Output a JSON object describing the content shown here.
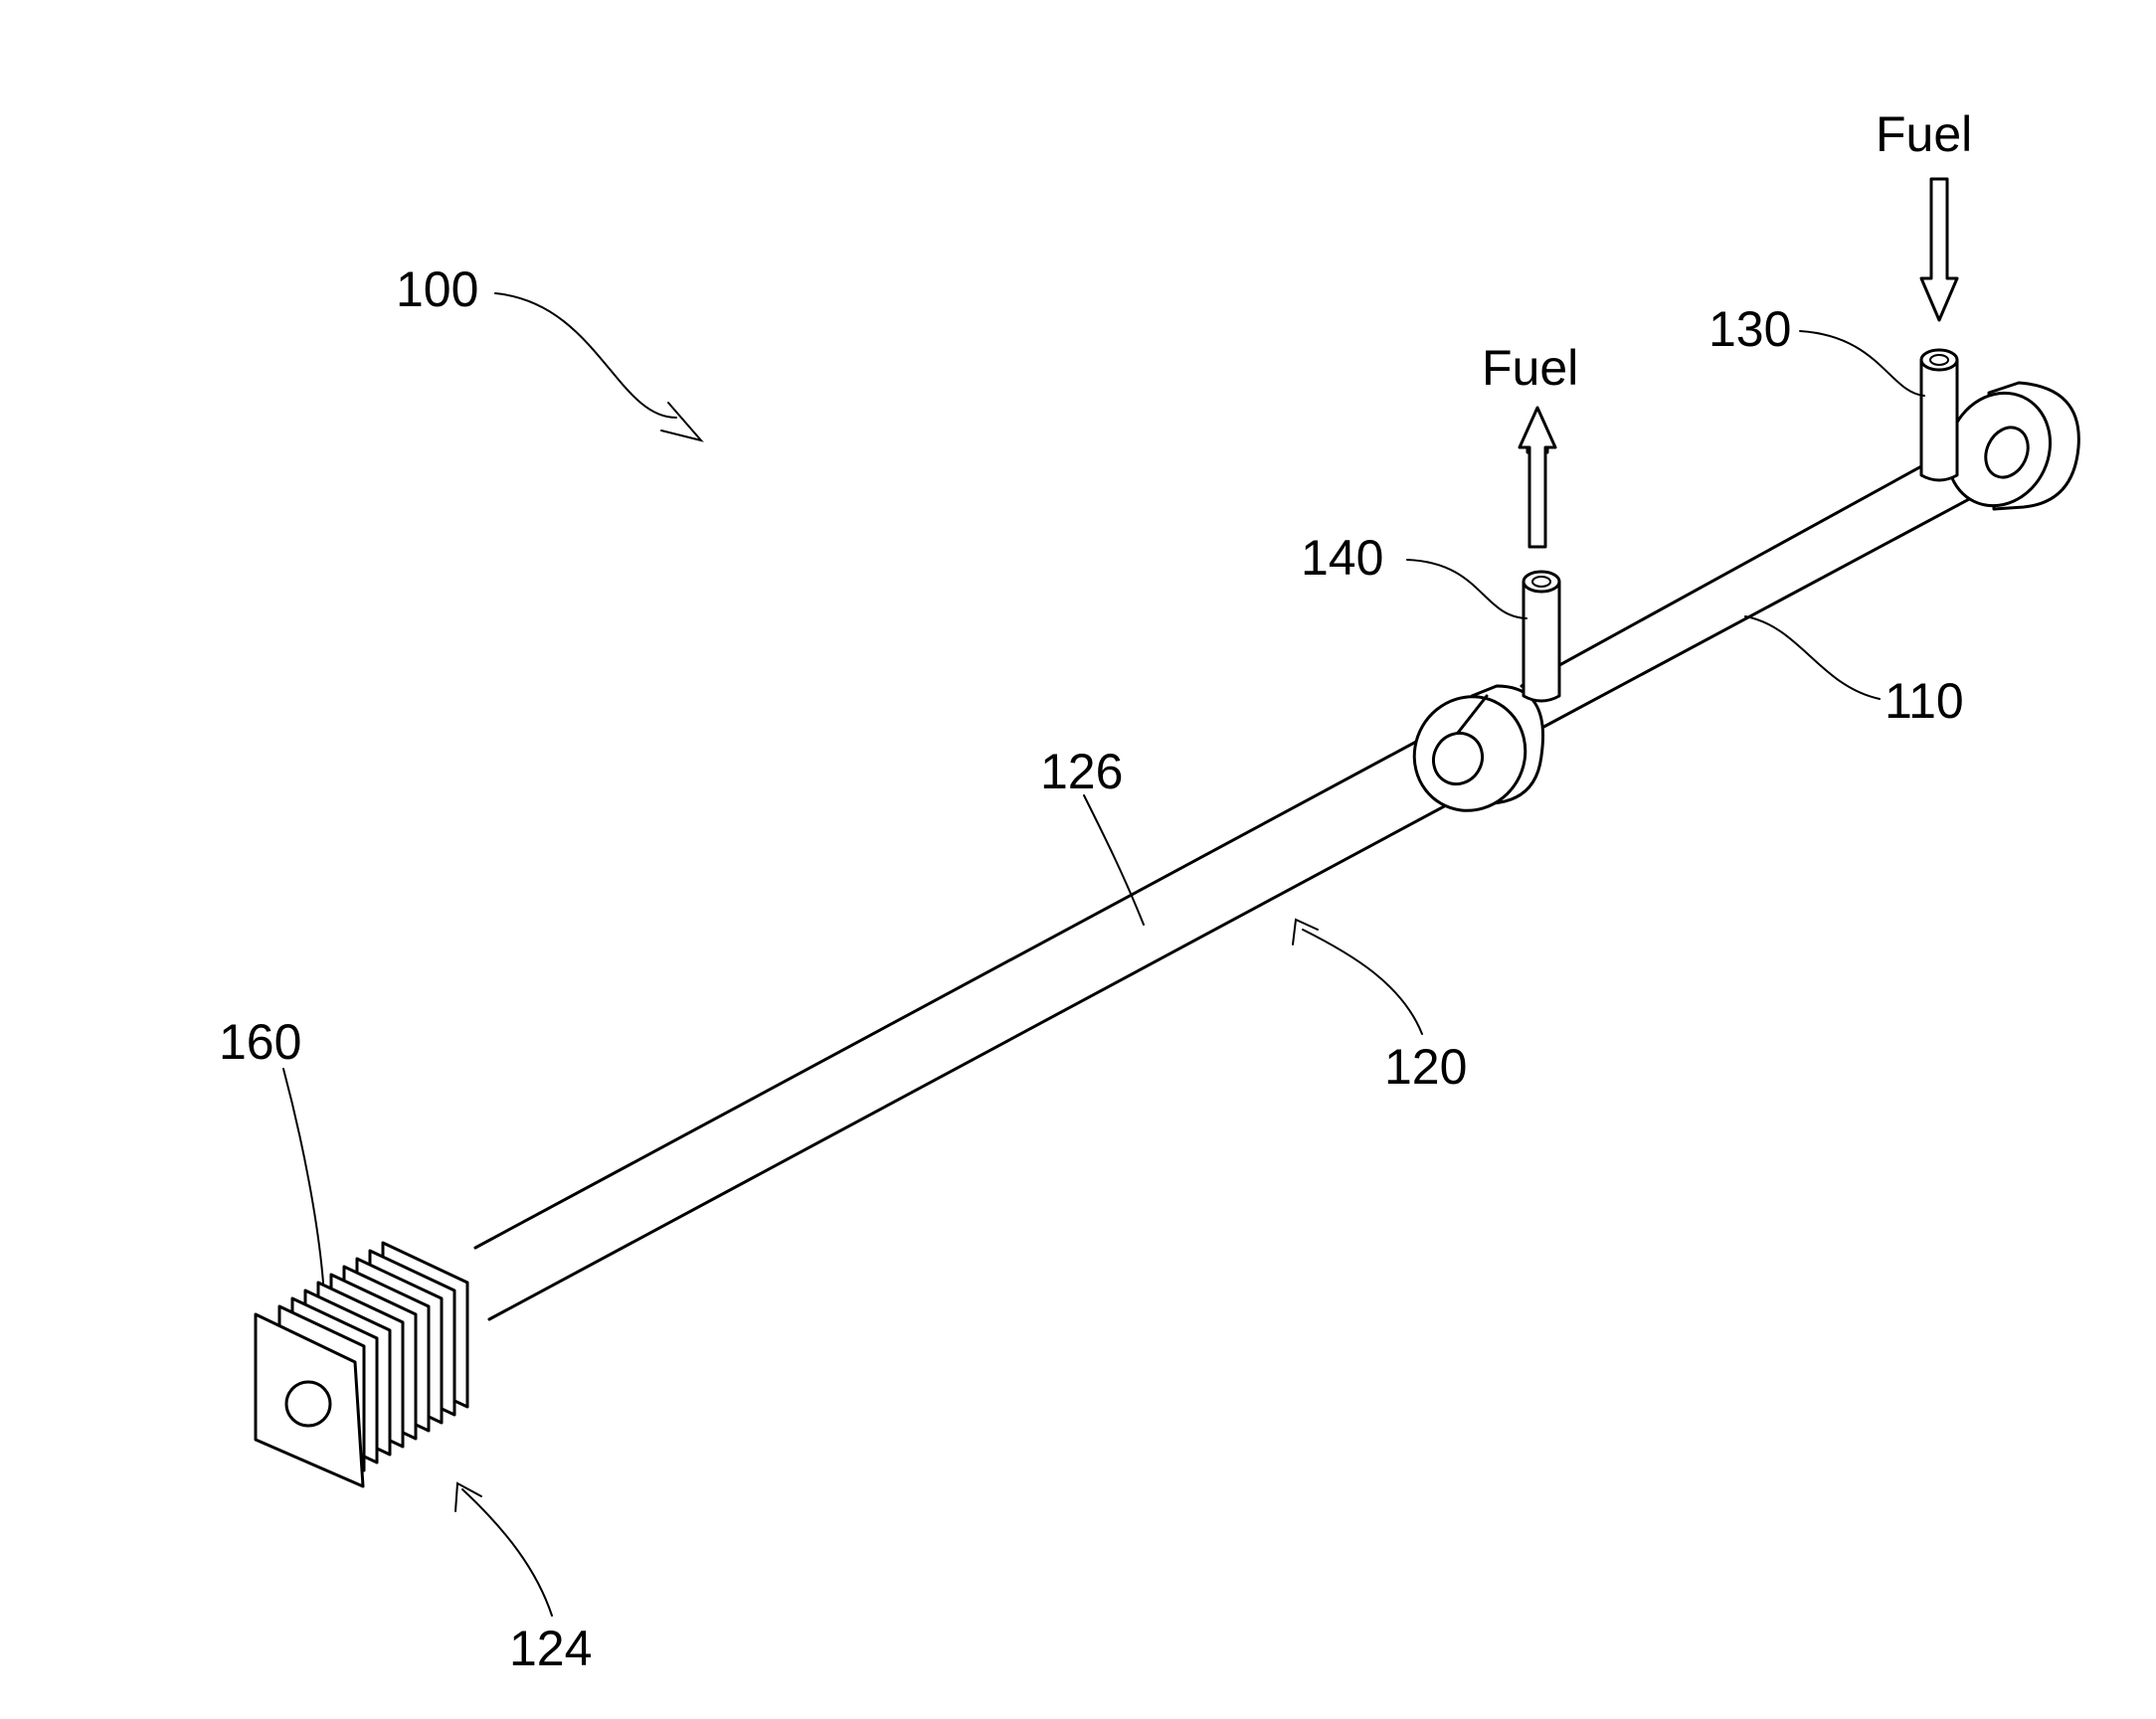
{
  "figure": {
    "reference_numerals": {
      "assembly": "100",
      "tube_section": "110",
      "rod": "120",
      "rod_end": "124",
      "rod_body": "126",
      "inlet_port": "130",
      "outlet_port": "140",
      "heat_sink": "160"
    },
    "flow_labels": {
      "inlet": "Fuel",
      "outlet": "Fuel"
    },
    "icons": {
      "inlet_arrow": "arrow-down-icon",
      "outlet_arrow": "arrow-up-icon"
    },
    "colors": {
      "line": "#000000",
      "background": "#ffffff"
    }
  }
}
